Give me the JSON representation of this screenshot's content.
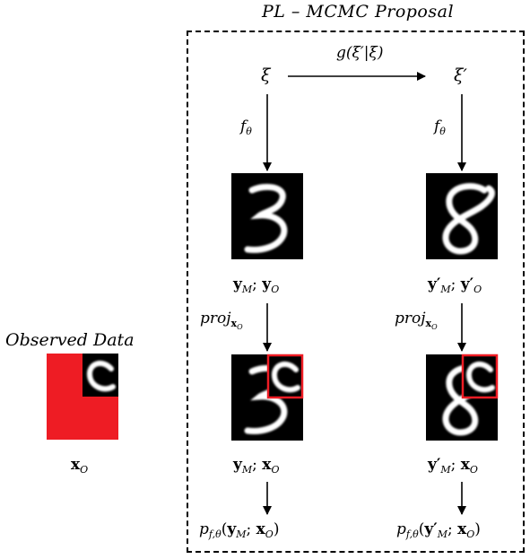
{
  "title": "PL – MCMC Proposal",
  "observed_label": "Observed Data",
  "g_label": "g(ξ′|ξ)",
  "xi": "ξ",
  "xi_prime": "ξ′",
  "f": "f",
  "theta": "θ",
  "left_top_pair": {
    "a": "y",
    "a_sub": "M",
    "sep": "; ",
    "b": "y",
    "b_sub": "O"
  },
  "right_top_pair": {
    "a": "y′",
    "a_sub": "M",
    "sep": "; ",
    "b": "y′",
    "b_sub": "O"
  },
  "proj": "proj",
  "proj_sub": "x",
  "proj_subsub": "O",
  "left_bottom_pair": {
    "a": "y",
    "a_sub": "M",
    "sep": "; ",
    "b": "x",
    "b_sub": "O"
  },
  "right_bottom_pair": {
    "a": "y′",
    "a_sub": "M",
    "sep": "; ",
    "b": "x",
    "b_sub": "O"
  },
  "p_left": {
    "p": "p",
    "sub": "f,θ",
    "open": "(",
    "a": "y",
    "a_sub": "M",
    "sep": "; ",
    "b": "x",
    "b_sub": "O",
    "close": ")"
  },
  "p_right": {
    "p": "p",
    "sub": "f,θ",
    "open": "(",
    "a": "y′",
    "a_sub": "M",
    "sep": "; ",
    "b": "x",
    "b_sub": "O",
    "close": ")"
  },
  "xo": {
    "a": "x",
    "a_sub": "O"
  },
  "colors": {
    "highlight": "#ee1c24",
    "image_bg": "#000000",
    "stroke": "#ffffff"
  }
}
